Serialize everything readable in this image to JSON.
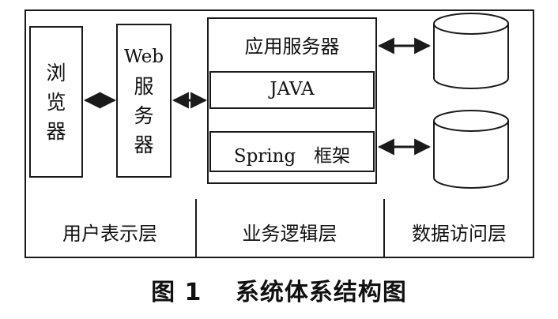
{
  "diagram": {
    "browser_label": [
      "浏",
      "览",
      "器"
    ],
    "web_server_label": [
      "Web",
      "服",
      "务",
      "器"
    ],
    "app_server_label": "应用服务器",
    "java_label": "JAVA",
    "spring_label": "Spring　框架",
    "layers": {
      "presentation": "用户表示层",
      "business": "业务逻辑层",
      "data_access": "数据访问层"
    }
  },
  "caption": "图 1　 系统体系结构图"
}
